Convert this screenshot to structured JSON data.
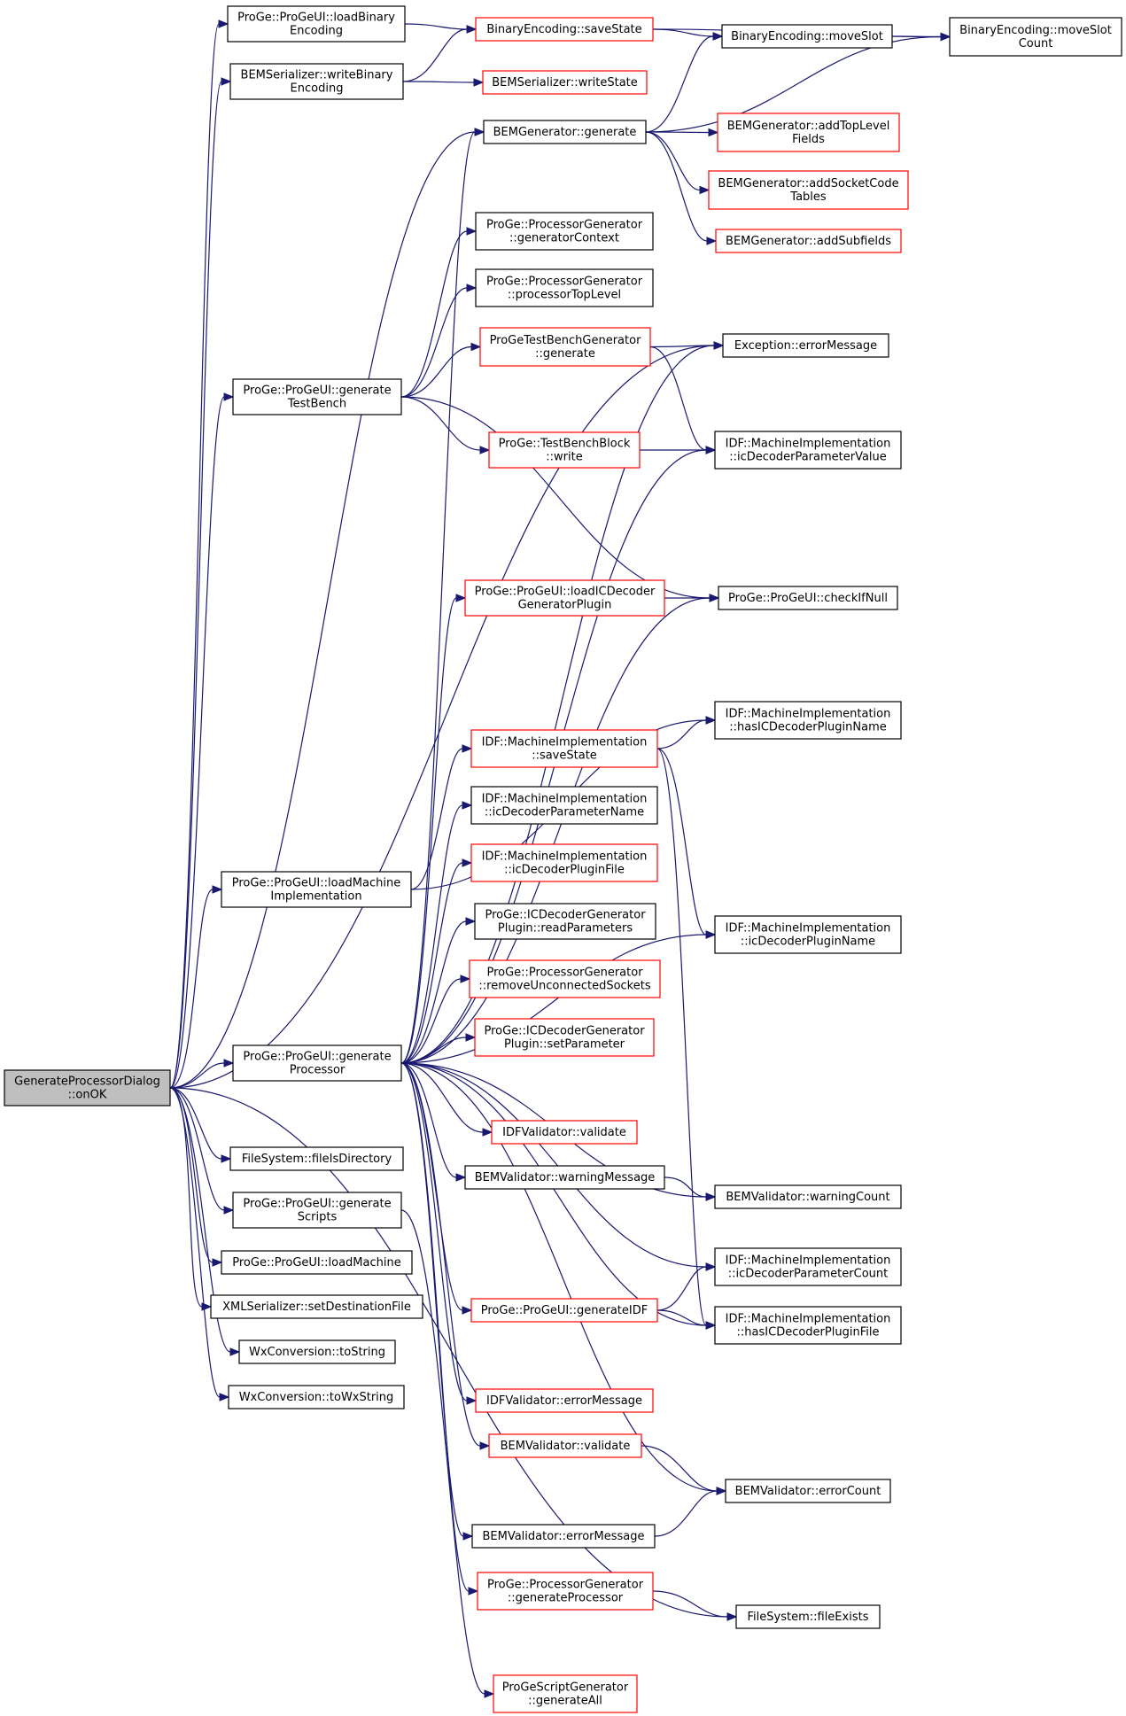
{
  "colors": {
    "edge": "#191970",
    "normal_border": "#000000",
    "truncated_border": "#ff0000",
    "root_fill": "#bfbfbf",
    "fill": "#ffffff"
  },
  "nodes": {
    "onOK": {
      "lines": [
        "GenerateProcessorDialog",
        "::onOK"
      ],
      "kind": "root"
    },
    "proge_loadBinaryEncoding": {
      "lines": [
        "ProGe::ProGeUI::loadBinary",
        "Encoding"
      ],
      "kind": "normal"
    },
    "bemserializer_writeBinaryEncoding": {
      "lines": [
        "BEMSerializer::writeBinary",
        "Encoding"
      ],
      "kind": "normal"
    },
    "binaryencoding_saveState": {
      "lines": [
        "BinaryEncoding::saveState"
      ],
      "kind": "truncated"
    },
    "bemserializer_writeState": {
      "lines": [
        "BEMSerializer::writeState"
      ],
      "kind": "truncated"
    },
    "binaryencoding_moveSlot": {
      "lines": [
        "BinaryEncoding::moveSlot"
      ],
      "kind": "normal"
    },
    "binaryencoding_moveSlotCount": {
      "lines": [
        "BinaryEncoding::moveSlot",
        "Count"
      ],
      "kind": "normal"
    },
    "bemgenerator_generate": {
      "lines": [
        "BEMGenerator::generate"
      ],
      "kind": "normal"
    },
    "bemgenerator_addTopLevelFields": {
      "lines": [
        "BEMGenerator::addTopLevel",
        "Fields"
      ],
      "kind": "truncated"
    },
    "bemgenerator_addSocketCodeTables": {
      "lines": [
        "BEMGenerator::addSocketCode",
        "Tables"
      ],
      "kind": "truncated"
    },
    "bemgenerator_addSubfields": {
      "lines": [
        "BEMGenerator::addSubfields"
      ],
      "kind": "truncated"
    },
    "procgen_generatorContext": {
      "lines": [
        "ProGe::ProcessorGenerator",
        "::generatorContext"
      ],
      "kind": "normal"
    },
    "procgen_processorTopLevel": {
      "lines": [
        "ProGe::ProcessorGenerator",
        "::processorTopLevel"
      ],
      "kind": "normal"
    },
    "progetb_generate": {
      "lines": [
        "ProGeTestBenchGenerator",
        "::generate"
      ],
      "kind": "truncated"
    },
    "exception_errorMessage": {
      "lines": [
        "Exception::errorMessage"
      ],
      "kind": "normal"
    },
    "proge_generateTestBench": {
      "lines": [
        "ProGe::ProGeUI::generate",
        "TestBench"
      ],
      "kind": "normal"
    },
    "tbblock_write": {
      "lines": [
        "ProGe::TestBenchBlock",
        "::write"
      ],
      "kind": "truncated"
    },
    "mi_icDecoderParameterValue": {
      "lines": [
        "IDF::MachineImplementation",
        "::icDecoderParameterValue"
      ],
      "kind": "normal"
    },
    "proge_loadICDecoderGeneratorPlugin": {
      "lines": [
        "ProGe::ProGeUI::loadICDecoder",
        "GeneratorPlugin"
      ],
      "kind": "truncated"
    },
    "proge_checkIfNull": {
      "lines": [
        "ProGe::ProGeUI::checkIfNull"
      ],
      "kind": "normal"
    },
    "mi_hasICDecoderPluginName": {
      "lines": [
        "IDF::MachineImplementation",
        "::hasICDecoderPluginName"
      ],
      "kind": "normal"
    },
    "mi_saveState": {
      "lines": [
        "IDF::MachineImplementation",
        "::saveState"
      ],
      "kind": "truncated"
    },
    "mi_icDecoderParameterName": {
      "lines": [
        "IDF::MachineImplementation",
        "::icDecoderParameterName"
      ],
      "kind": "normal"
    },
    "mi_icDecoderPluginFile": {
      "lines": [
        "IDF::MachineImplementation",
        "::icDecoderPluginFile"
      ],
      "kind": "truncated"
    },
    "proge_loadMachineImplementation": {
      "lines": [
        "ProGe::ProGeUI::loadMachine",
        "Implementation"
      ],
      "kind": "normal"
    },
    "icdg_readParameters": {
      "lines": [
        "ProGe::ICDecoderGenerator",
        "Plugin::readParameters"
      ],
      "kind": "normal"
    },
    "mi_icDecoderPluginName": {
      "lines": [
        "IDF::MachineImplementation",
        "::icDecoderPluginName"
      ],
      "kind": "normal"
    },
    "procgen_removeUnconnectedSockets": {
      "lines": [
        "ProGe::ProcessorGenerator",
        "::removeUnconnectedSockets"
      ],
      "kind": "truncated"
    },
    "icdg_setParameter": {
      "lines": [
        "ProGe::ICDecoderGenerator",
        "Plugin::setParameter"
      ],
      "kind": "truncated"
    },
    "proge_generateProcessor": {
      "lines": [
        "ProGe::ProGeUI::generate",
        "Processor"
      ],
      "kind": "normal"
    },
    "idfvalidator_validate": {
      "lines": [
        "IDFValidator::validate"
      ],
      "kind": "truncated"
    },
    "filesystem_fileIsDirectory": {
      "lines": [
        "FileSystem::fileIsDirectory"
      ],
      "kind": "normal"
    },
    "bemvalidator_warningMessage": {
      "lines": [
        "BEMValidator::warningMessage"
      ],
      "kind": "normal"
    },
    "bemvalidator_warningCount": {
      "lines": [
        "BEMValidator::warningCount"
      ],
      "kind": "normal"
    },
    "proge_generateScripts": {
      "lines": [
        "ProGe::ProGeUI::generate",
        "Scripts"
      ],
      "kind": "normal"
    },
    "mi_icDecoderParameterCount": {
      "lines": [
        "IDF::MachineImplementation",
        "::icDecoderParameterCount"
      ],
      "kind": "normal"
    },
    "proge_loadMachine": {
      "lines": [
        "ProGe::ProGeUI::loadMachine"
      ],
      "kind": "normal"
    },
    "proge_generateIDF": {
      "lines": [
        "ProGe::ProGeUI::generateIDF"
      ],
      "kind": "truncated"
    },
    "mi_hasICDecoderPluginFile": {
      "lines": [
        "IDF::MachineImplementation",
        "::hasICDecoderPluginFile"
      ],
      "kind": "normal"
    },
    "xmlserializer_setDestinationFile": {
      "lines": [
        "XMLSerializer::setDestinationFile"
      ],
      "kind": "normal"
    },
    "wx_toString": {
      "lines": [
        "WxConversion::toString"
      ],
      "kind": "normal"
    },
    "wx_toWxString": {
      "lines": [
        "WxConversion::toWxString"
      ],
      "kind": "normal"
    },
    "idfvalidator_errorMessage": {
      "lines": [
        "IDFValidator::errorMessage"
      ],
      "kind": "truncated"
    },
    "bemvalidator_validate": {
      "lines": [
        "BEMValidator::validate"
      ],
      "kind": "truncated"
    },
    "bemvalidator_errorCount": {
      "lines": [
        "BEMValidator::errorCount"
      ],
      "kind": "normal"
    },
    "bemvalidator_errorMessage": {
      "lines": [
        "BEMValidator::errorMessage"
      ],
      "kind": "normal"
    },
    "procgen_generateProcessor": {
      "lines": [
        "ProGe::ProcessorGenerator",
        "::generateProcessor"
      ],
      "kind": "truncated"
    },
    "filesystem_fileExists": {
      "lines": [
        "FileSystem::fileExists"
      ],
      "kind": "normal"
    },
    "scriptgen_generateAll": {
      "lines": [
        "ProGeScriptGenerator",
        "::generateAll"
      ],
      "kind": "truncated"
    }
  },
  "edges": [
    {
      "from": "onOK",
      "to": "proge_loadBinaryEncoding"
    },
    {
      "from": "onOK",
      "to": "bemserializer_writeBinaryEncoding"
    },
    {
      "from": "onOK",
      "to": "bemgenerator_generate"
    },
    {
      "from": "onOK",
      "to": "exception_errorMessage"
    },
    {
      "from": "onOK",
      "to": "proge_generateTestBench"
    },
    {
      "from": "onOK",
      "to": "proge_loadMachineImplementation"
    },
    {
      "from": "onOK",
      "to": "proge_generateProcessor"
    },
    {
      "from": "onOK",
      "to": "filesystem_fileIsDirectory"
    },
    {
      "from": "onOK",
      "to": "proge_generateScripts"
    },
    {
      "from": "onOK",
      "to": "proge_loadMachine"
    },
    {
      "from": "onOK",
      "to": "xmlserializer_setDestinationFile"
    },
    {
      "from": "onOK",
      "to": "wx_toString"
    },
    {
      "from": "onOK",
      "to": "wx_toWxString"
    },
    {
      "from": "onOK",
      "to": "filesystem_fileExists"
    },
    {
      "from": "proge_loadBinaryEncoding",
      "to": "binaryencoding_saveState"
    },
    {
      "from": "bemserializer_writeBinaryEncoding",
      "to": "binaryencoding_saveState"
    },
    {
      "from": "bemserializer_writeBinaryEncoding",
      "to": "bemserializer_writeState"
    },
    {
      "from": "binaryencoding_saveState",
      "to": "binaryencoding_moveSlot"
    },
    {
      "from": "binaryencoding_saveState",
      "to": "binaryencoding_moveSlotCount"
    },
    {
      "from": "binaryencoding_moveSlot",
      "to": "binaryencoding_moveSlotCount"
    },
    {
      "from": "bemgenerator_generate",
      "to": "binaryencoding_moveSlot"
    },
    {
      "from": "bemgenerator_generate",
      "to": "binaryencoding_moveSlotCount"
    },
    {
      "from": "bemgenerator_generate",
      "to": "bemgenerator_addTopLevelFields"
    },
    {
      "from": "bemgenerator_generate",
      "to": "bemgenerator_addSocketCodeTables"
    },
    {
      "from": "bemgenerator_generate",
      "to": "bemgenerator_addSubfields"
    },
    {
      "from": "proge_generateTestBench",
      "to": "procgen_generatorContext"
    },
    {
      "from": "proge_generateTestBench",
      "to": "procgen_processorTopLevel"
    },
    {
      "from": "proge_generateTestBench",
      "to": "progetb_generate"
    },
    {
      "from": "proge_generateTestBench",
      "to": "tbblock_write"
    },
    {
      "from": "proge_generateTestBench",
      "to": "proge_checkIfNull"
    },
    {
      "from": "progetb_generate",
      "to": "exception_errorMessage"
    },
    {
      "from": "progetb_generate",
      "to": "mi_icDecoderParameterValue"
    },
    {
      "from": "tbblock_write",
      "to": "mi_icDecoderParameterValue"
    },
    {
      "from": "proge_loadICDecoderGeneratorPlugin",
      "to": "proge_checkIfNull"
    },
    {
      "from": "proge_loadMachineImplementation",
      "to": "mi_saveState"
    },
    {
      "from": "proge_loadMachineImplementation",
      "to": "mi_hasICDecoderPluginName"
    },
    {
      "from": "mi_saveState",
      "to": "mi_hasICDecoderPluginName"
    },
    {
      "from": "mi_saveState",
      "to": "mi_icDecoderPluginName"
    },
    {
      "from": "mi_saveState",
      "to": "mi_hasICDecoderPluginFile"
    },
    {
      "from": "proge_generateProcessor",
      "to": "bemgenerator_generate"
    },
    {
      "from": "proge_generateProcessor",
      "to": "exception_errorMessage"
    },
    {
      "from": "proge_generateProcessor",
      "to": "mi_icDecoderParameterValue"
    },
    {
      "from": "proge_generateProcessor",
      "to": "proge_loadICDecoderGeneratorPlugin"
    },
    {
      "from": "proge_generateProcessor",
      "to": "proge_checkIfNull"
    },
    {
      "from": "proge_generateProcessor",
      "to": "mi_icDecoderParameterName"
    },
    {
      "from": "proge_generateProcessor",
      "to": "mi_icDecoderPluginFile"
    },
    {
      "from": "proge_generateProcessor",
      "to": "icdg_readParameters"
    },
    {
      "from": "proge_generateProcessor",
      "to": "procgen_removeUnconnectedSockets"
    },
    {
      "from": "proge_generateProcessor",
      "to": "icdg_setParameter"
    },
    {
      "from": "proge_generateProcessor",
      "to": "mi_icDecoderPluginName"
    },
    {
      "from": "proge_generateProcessor",
      "to": "idfvalidator_validate"
    },
    {
      "from": "proge_generateProcessor",
      "to": "bemvalidator_warningMessage"
    },
    {
      "from": "proge_generateProcessor",
      "to": "bemvalidator_warningCount"
    },
    {
      "from": "proge_generateProcessor",
      "to": "mi_icDecoderParameterCount"
    },
    {
      "from": "proge_generateProcessor",
      "to": "proge_generateIDF"
    },
    {
      "from": "proge_generateProcessor",
      "to": "mi_hasICDecoderPluginFile"
    },
    {
      "from": "proge_generateProcessor",
      "to": "idfvalidator_errorMessage"
    },
    {
      "from": "proge_generateProcessor",
      "to": "bemvalidator_validate"
    },
    {
      "from": "proge_generateProcessor",
      "to": "bemvalidator_errorCount"
    },
    {
      "from": "proge_generateProcessor",
      "to": "bemvalidator_errorMessage"
    },
    {
      "from": "proge_generateProcessor",
      "to": "procgen_generateProcessor"
    },
    {
      "from": "bemvalidator_warningMessage",
      "to": "bemvalidator_warningCount"
    },
    {
      "from": "proge_generateIDF",
      "to": "mi_icDecoderParameterCount"
    },
    {
      "from": "proge_generateIDF",
      "to": "mi_hasICDecoderPluginFile"
    },
    {
      "from": "bemvalidator_validate",
      "to": "bemvalidator_errorCount"
    },
    {
      "from": "bemvalidator_errorMessage",
      "to": "bemvalidator_errorCount"
    },
    {
      "from": "procgen_generateProcessor",
      "to": "filesystem_fileExists"
    },
    {
      "from": "proge_generateScripts",
      "to": "scriptgen_generateAll"
    }
  ]
}
